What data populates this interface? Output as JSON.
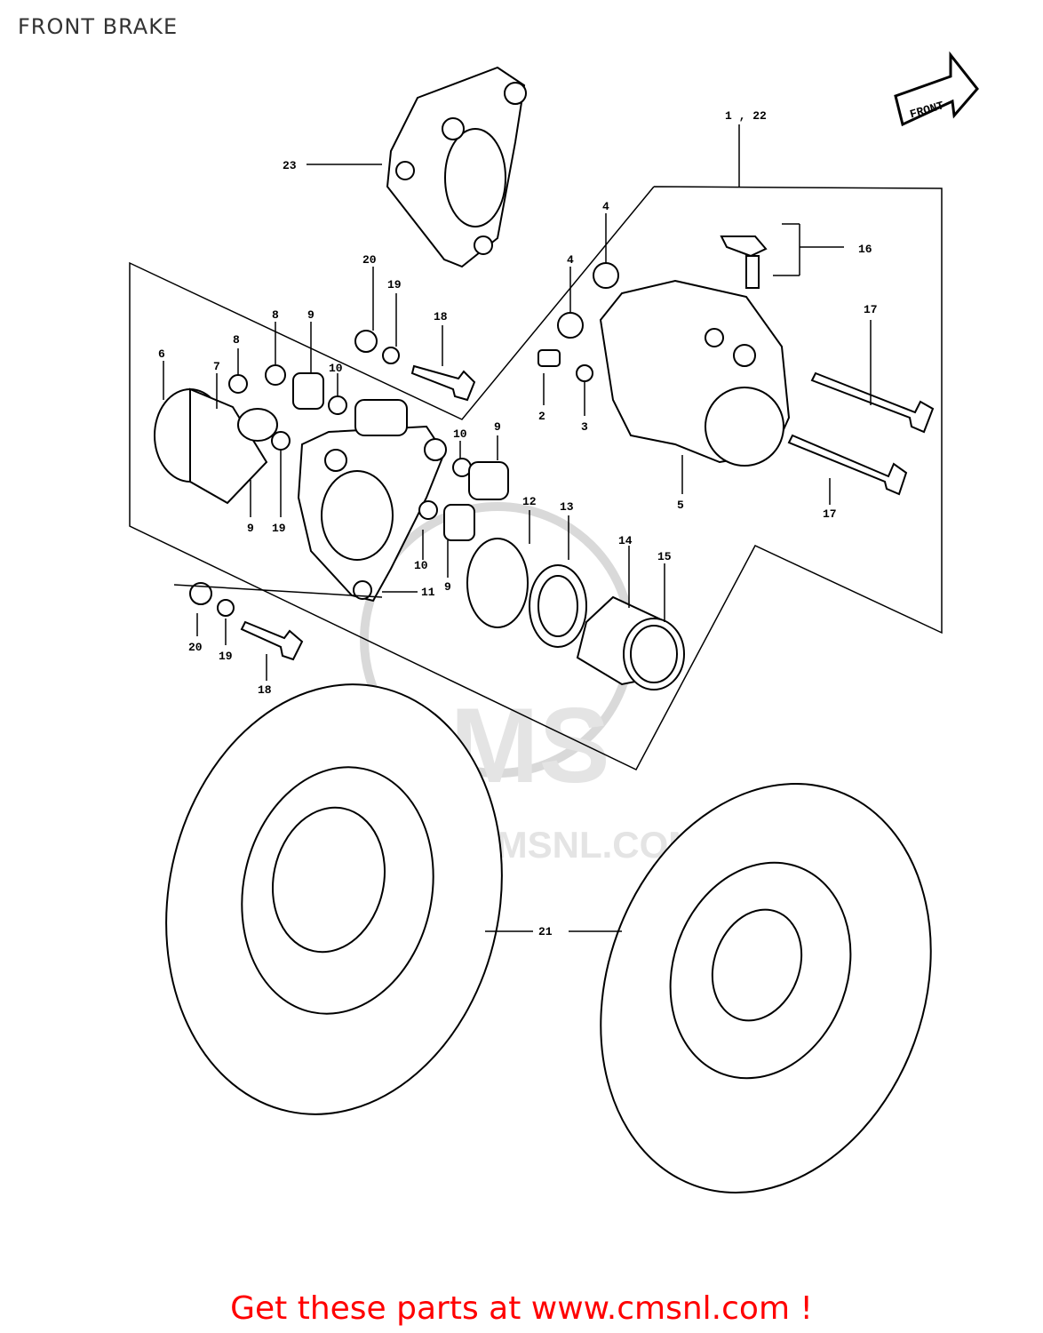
{
  "page_title": "FRONT BRAKE",
  "front_arrow_label": "FRONT",
  "watermark": {
    "logo": "CMS",
    "url": "WWW.CMSNL.COM"
  },
  "callouts": {
    "c1_22": "1 , 22",
    "c2": "2",
    "c3": "3",
    "c4a": "4",
    "c4b": "4",
    "c5": "5",
    "c6": "6",
    "c7": "7",
    "c8a": "8",
    "c8b": "8",
    "c9a": "9",
    "c9b": "9",
    "c9c": "9",
    "c9d": "9",
    "c10a": "10",
    "c10b": "10",
    "c10c": "10",
    "c11": "11",
    "c12": "12",
    "c13": "13",
    "c14": "14",
    "c15": "15",
    "c16": "16",
    "c17a": "17",
    "c17b": "17",
    "c18a": "18",
    "c18b": "18",
    "c19a": "19",
    "c19b": "19",
    "c19c": "19",
    "c20a": "20",
    "c20b": "20",
    "c21": "21",
    "c23": "23"
  },
  "footer_link_text": "Get these parts at www.cmsnl.com !"
}
